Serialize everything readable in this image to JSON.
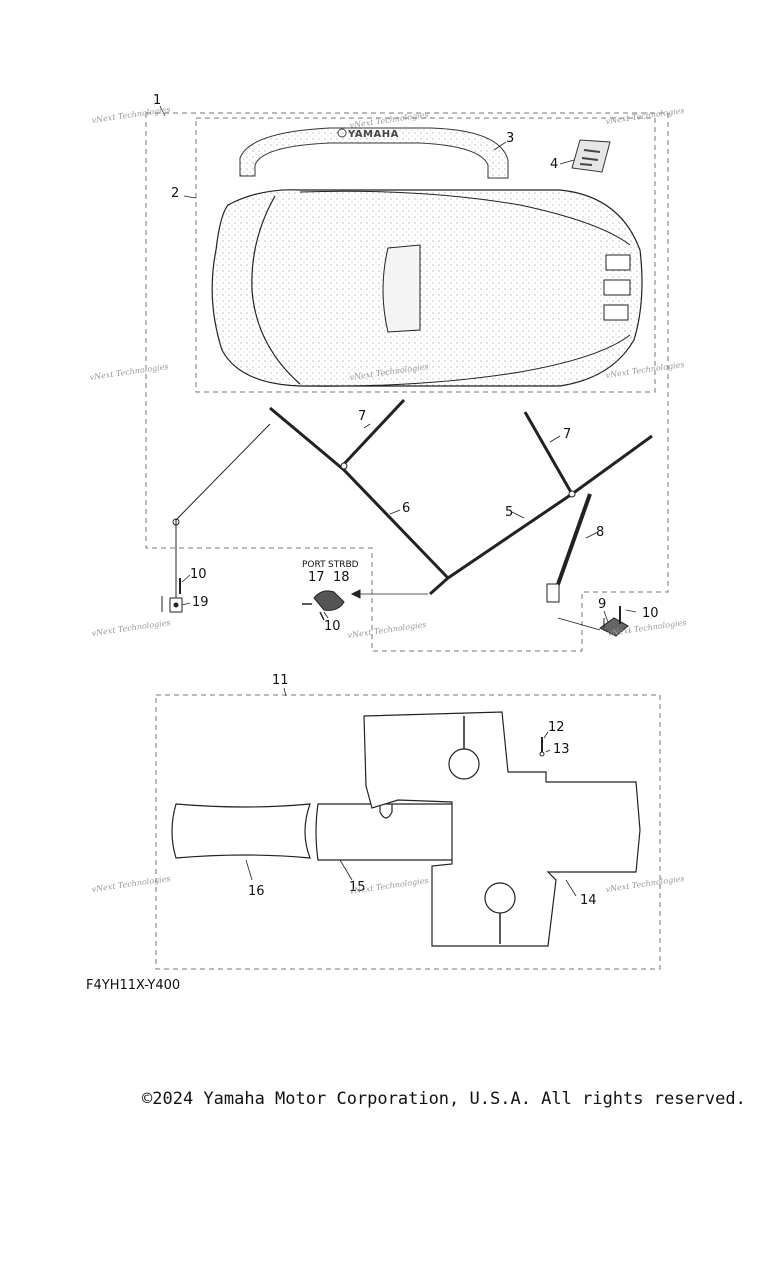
{
  "callouts": {
    "c1": "1",
    "c2": "2",
    "c3": "3",
    "c4": "4",
    "c5": "5",
    "c6": "6",
    "c7a": "7",
    "c7b": "7",
    "c8": "8",
    "c9": "9",
    "c10a": "10",
    "c10b": "10",
    "c10c": "10",
    "c11": "11",
    "c12": "12",
    "c13": "13",
    "c14": "14",
    "c15": "15",
    "c16": "16",
    "c17": "17",
    "c18": "18",
    "c19": "19"
  },
  "labels": {
    "port": "PORT",
    "strbd": "STRBD",
    "brand": "YAMAHA"
  },
  "watermark": "vNext Technologies",
  "diagram_code": "F4YH11X-Y400",
  "copyright": "©2024 Yamaha Motor Corporation, U.S.A. All rights reserved."
}
